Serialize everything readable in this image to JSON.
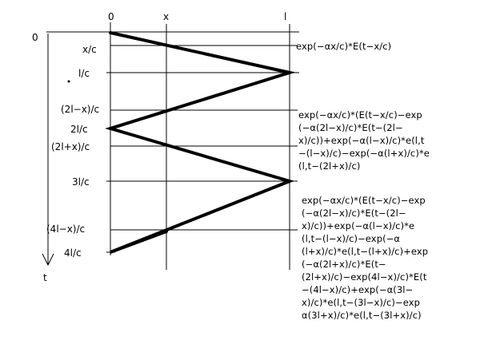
{
  "x_axis": {
    "labels": [
      "0",
      "x",
      "l"
    ]
  },
  "t_axis": {
    "name": "t",
    "labels": [
      "0",
      "x/c",
      "l/c",
      "(2l−x)/c",
      "2l/c",
      "(2l+x)/c",
      "3l/c",
      "(4l−x)/c",
      "4l/c"
    ]
  },
  "expressions": {
    "expr1": [
      "exp(−αx/c)*E(t−x/c)"
    ],
    "expr2": [
      "exp(−αx/c)*(E(t−x/c)−exp",
      "(−α(2l−x)/c)*E(t−(2l−",
      "x)/c))+exp(−α(l−x)/c)*e(l,t",
      "−(l−x)/c)−exp(−α(l+x)/c)*e",
      "(l,t−(2l+x)/c)"
    ],
    "expr3": [
      "exp(−αx/c)*(E(t−x/c)−exp",
      "(−α(2l−x)/c)*E(t−(2l−",
      "x)/c))+exp(−α(l−x)/c)*e",
      "(l,t−(l−x)/c)−exp(−α",
      "(l+x)/c)*e(l,t−(l+x)/c)+exp",
      "(−α(2l+x)/c)*E(t−",
      "(2l+x)/c)−exp(4l−x)/c)*E(t",
      "−(4l−x)/c)+exp(−α(3l−",
      "x)/c)*e(l,t−(3l−x)/c)−exp",
      "α(3l+x)/c)*e(l,t−(3l+x)/c)"
    ]
  }
}
